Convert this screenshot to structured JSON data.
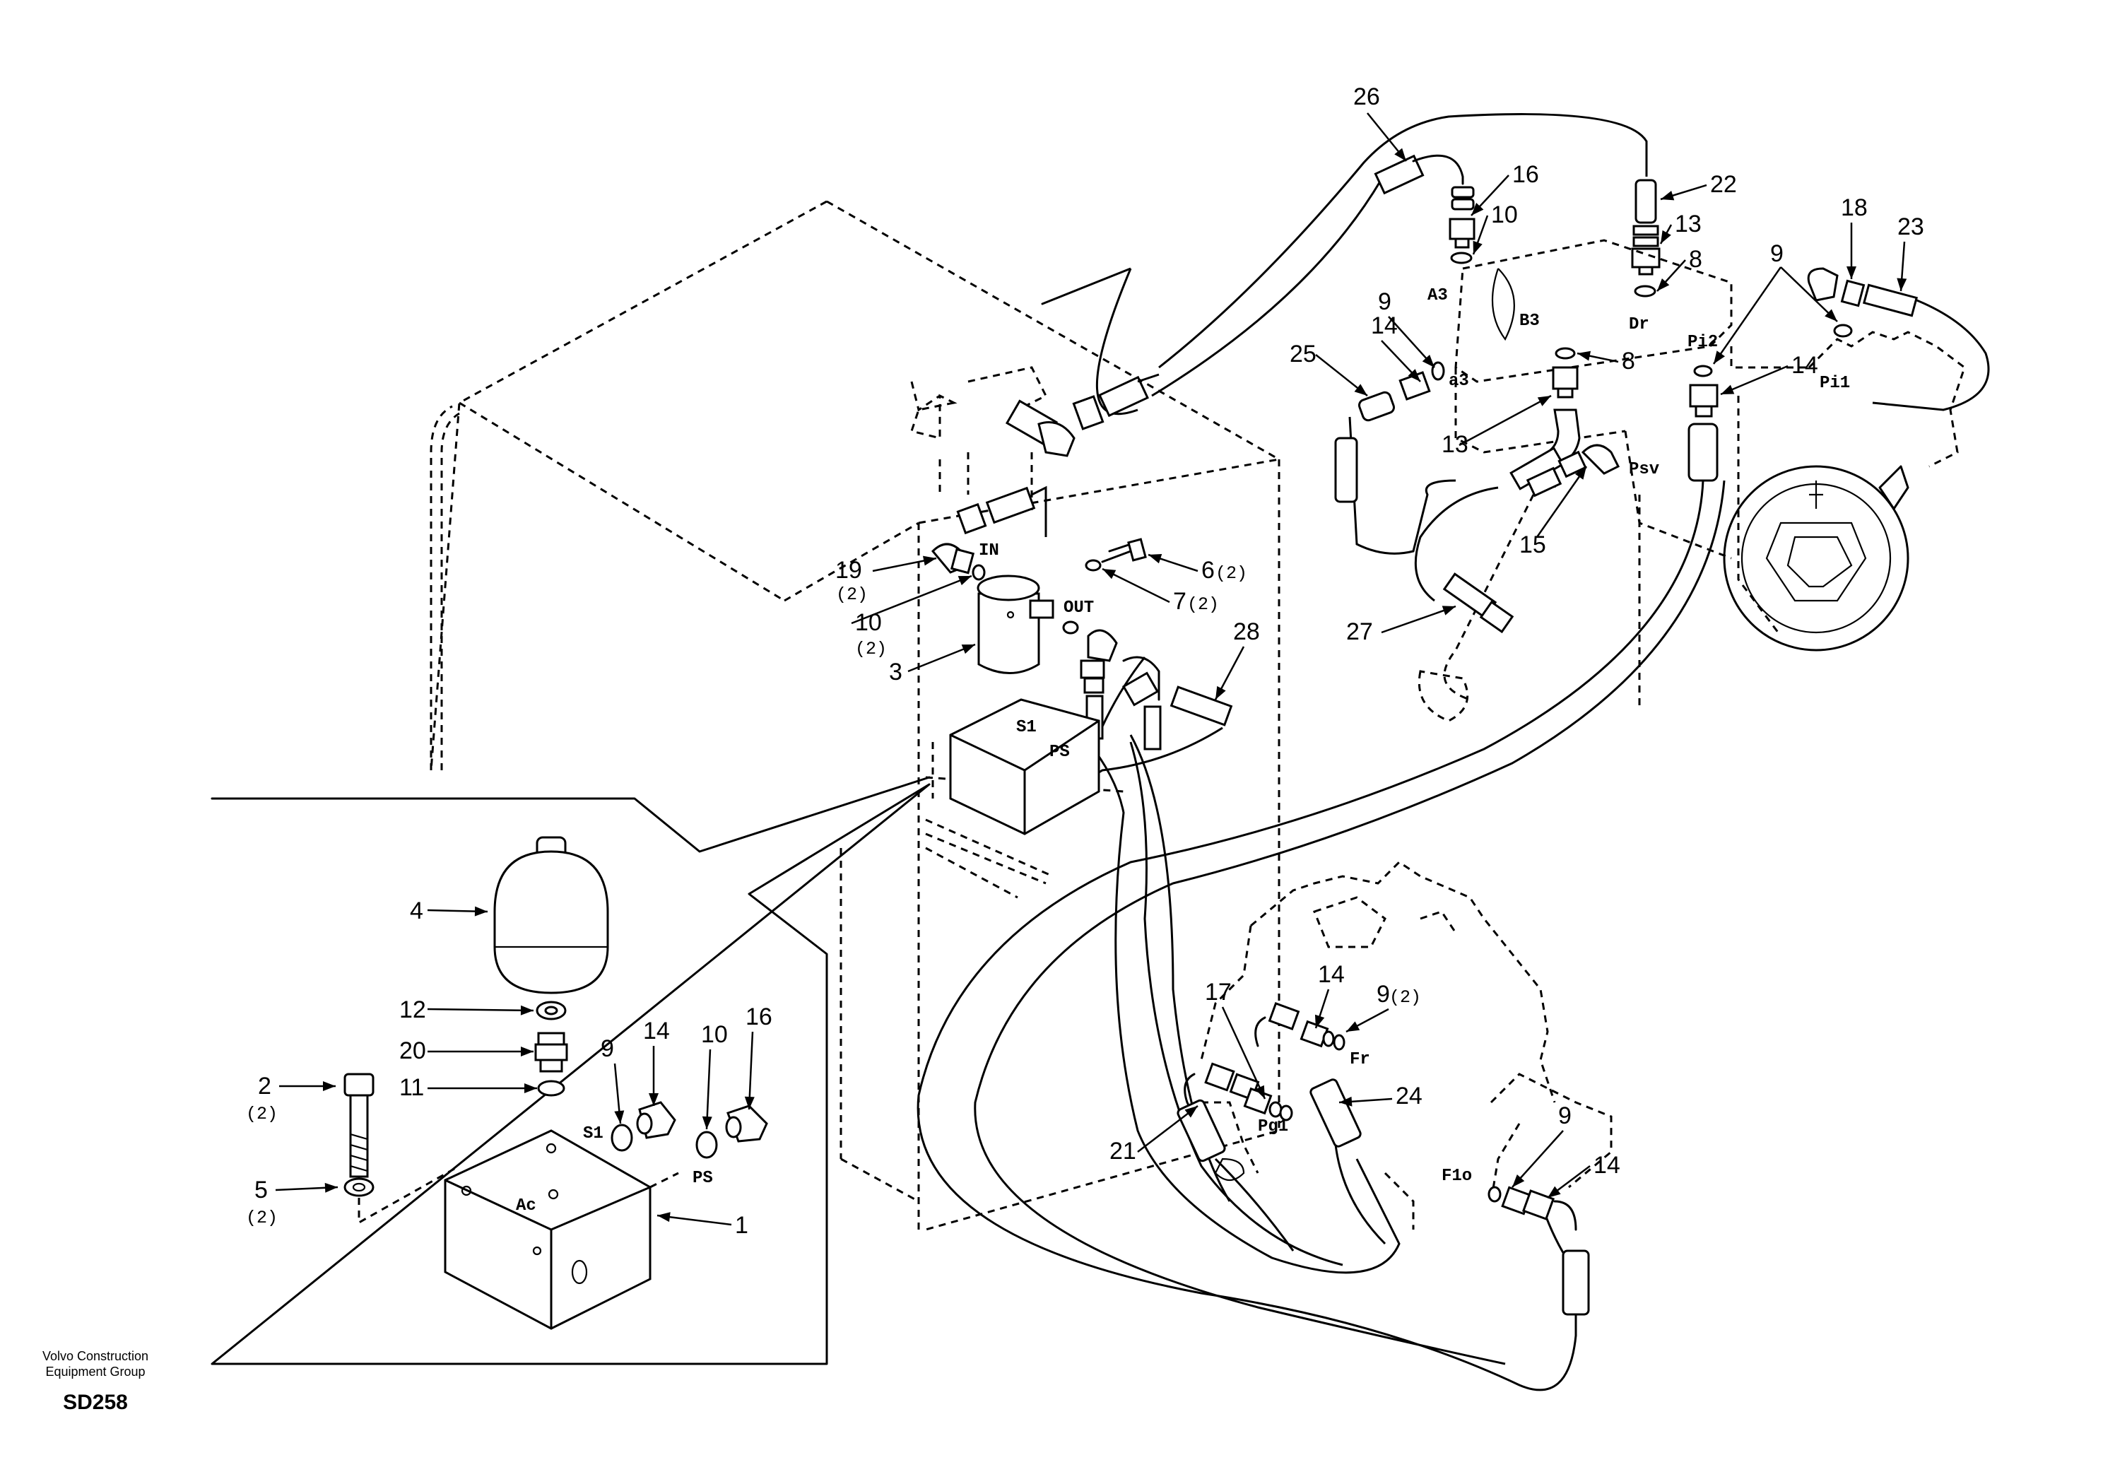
{
  "callouts": {
    "c1": "1",
    "c2": "2",
    "c3": "3",
    "c4": "4",
    "c5": "5",
    "c6": "6",
    "c7": "7",
    "c8a": "8",
    "c8b": "8",
    "c9a": "9",
    "c9b": "9",
    "c9c": "9",
    "c9d": "9",
    "c9e": "9",
    "c10a": "10",
    "c10b": "10",
    "c10c": "10",
    "c11": "11",
    "c12": "12",
    "c13a": "13",
    "c13b": "13",
    "c14a": "14",
    "c14b": "14",
    "c14c": "14",
    "c14d": "14",
    "c15": "15",
    "c16a": "16",
    "c16b": "16",
    "c17": "17",
    "c18": "18",
    "c19": "19",
    "c20": "20",
    "c21": "21",
    "c22": "22",
    "c23": "23",
    "c24": "24",
    "c25": "25",
    "c26": "26",
    "c27": "27",
    "c28": "28"
  },
  "quantities": {
    "q2": "(2)",
    "q5": "(2)",
    "q6": "(2)",
    "q7": "(2)",
    "q10": "(2)",
    "q19": "(2)",
    "q9": "(2)"
  },
  "ports": {
    "in": "IN",
    "out": "OUT",
    "s1_top": "S1",
    "ps_top": "PS",
    "s1_detail": "S1",
    "ps_detail": "PS",
    "ac": "Ac",
    "a3": "A3",
    "b3": "B3",
    "dr": "Dr",
    "a3_lower": "a3",
    "psv": "Psv",
    "pi1": "Pi1",
    "pi2": "Pi2",
    "pg1": "Pg1",
    "fr": "Fr",
    "flo": "F1o"
  },
  "footer": {
    "org_line1": "Volvo Construction",
    "org_line2": "Equipment Group",
    "code": "SD258"
  }
}
